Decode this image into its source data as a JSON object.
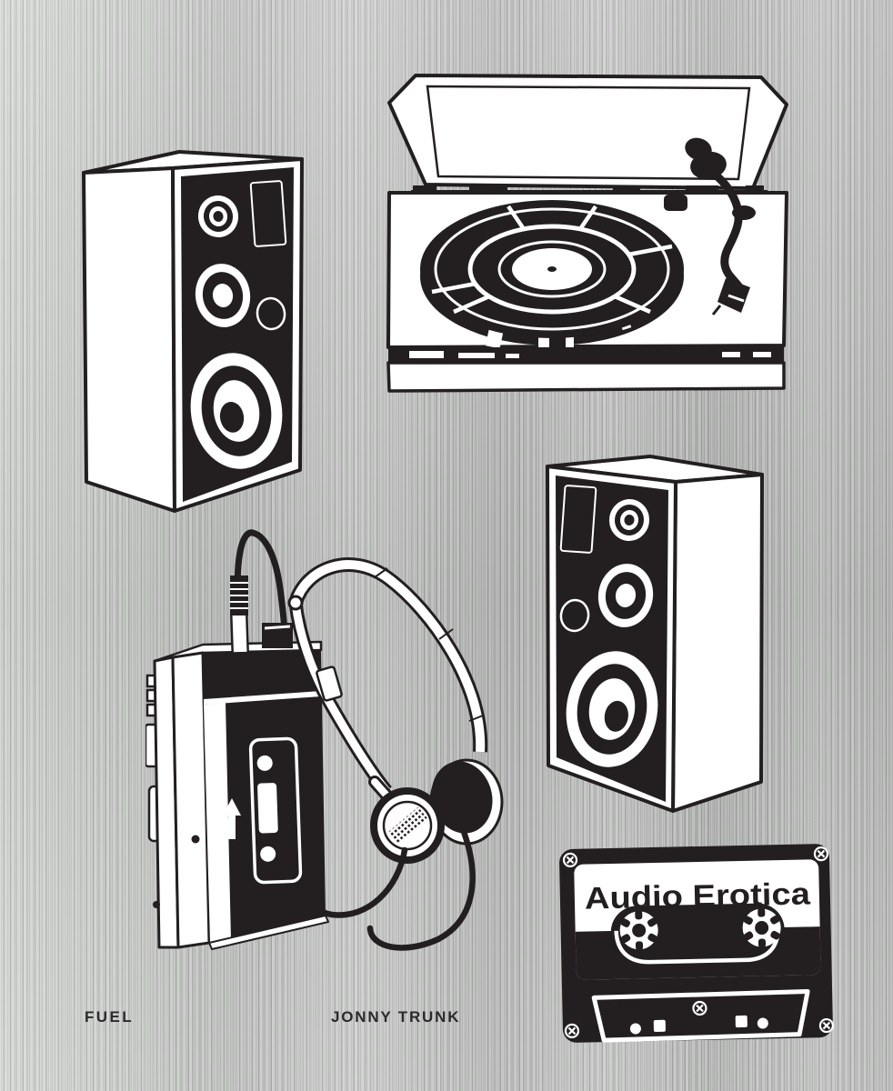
{
  "cover": {
    "title_on_cassette": "Audio Erotica",
    "publisher": "FUEL",
    "author": "JONNY TRUNK",
    "background_texture": "brushed-aluminium",
    "colors": {
      "background_silver": "#b4b6b4",
      "ink_black": "#231f20",
      "paper_white": "#ffffff",
      "credit_text": "#2a2a2a"
    },
    "illustrations": [
      {
        "name": "hifi-speaker-upper-left",
        "description": "three-way loudspeaker cabinet, angled view"
      },
      {
        "name": "turntable-open-lid",
        "description": "record player with raised dust cover and tonearm"
      },
      {
        "name": "hifi-speaker-right",
        "description": "three-way loudspeaker cabinet, mirrored angle"
      },
      {
        "name": "walkman-with-headphones",
        "description": "portable cassette player with plugged-in headphones"
      },
      {
        "name": "cassette-tape",
        "description": "compact cassette carrying the book title on its label"
      }
    ]
  }
}
